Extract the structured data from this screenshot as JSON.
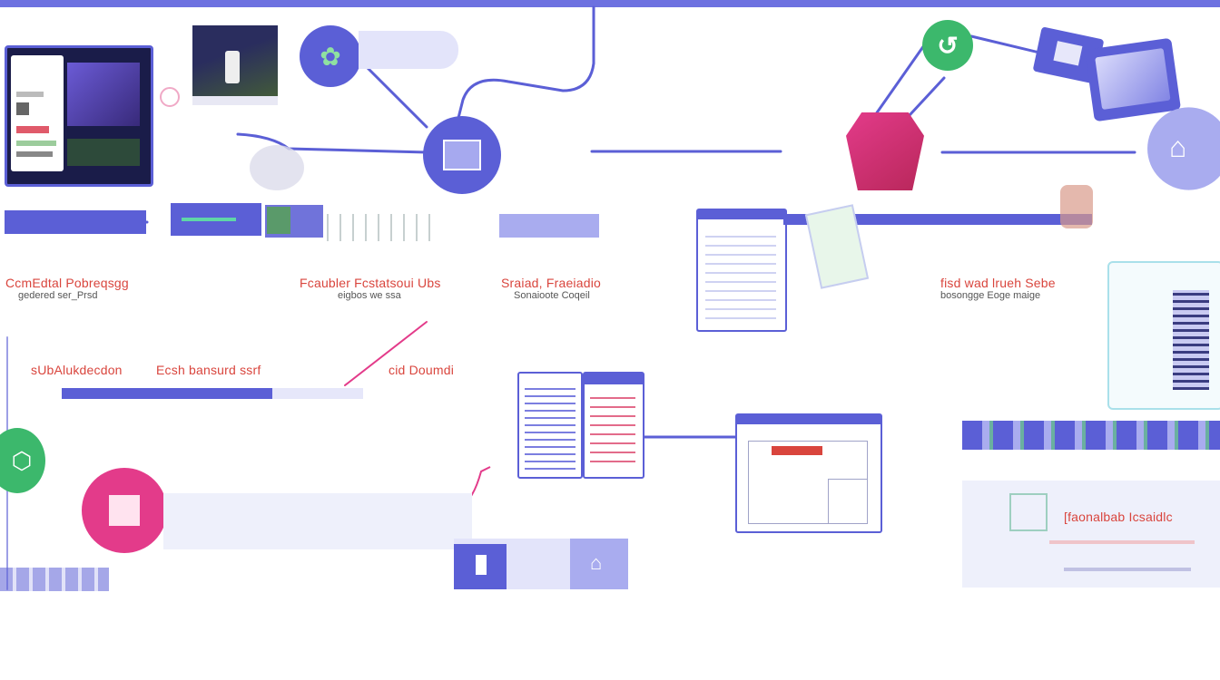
{
  "colors": {
    "accent": "#5b5fd6",
    "accent_light": "#a9acef",
    "pink": "#e33b8a",
    "green": "#3cb86c",
    "dark": "#1c1c3a",
    "red_text": "#d9453d",
    "pale": "#e9eafb"
  },
  "icons": {
    "leaf": "leaf-icon",
    "document": "document-icon",
    "refresh": "refresh-icon",
    "box": "box-icon",
    "shirt": "shirt-icon",
    "home": "home-icon"
  },
  "labels": {
    "row1": [
      {
        "title": "CcmEdtal Pobreqsgg",
        "sub": "gedered ser_Prsd"
      },
      {
        "title": "Fcaubler Fcstatsoui Ubs",
        "sub": "eigbos we  ssa"
      },
      {
        "title": "Sraiad, Fraeiadio",
        "sub": "Sonaioote Coqeil"
      },
      {
        "title": "fisd wad  lrueh Sebe",
        "sub": "bosongge   Eoge maige"
      }
    ],
    "row2": [
      {
        "title": "sUbAlukdecdon"
      },
      {
        "title": "Ecsh bansurd ssrf"
      },
      {
        "title": "cid Doumdi"
      }
    ],
    "card": {
      "title": "[faonalbab Icsaidlc"
    }
  }
}
